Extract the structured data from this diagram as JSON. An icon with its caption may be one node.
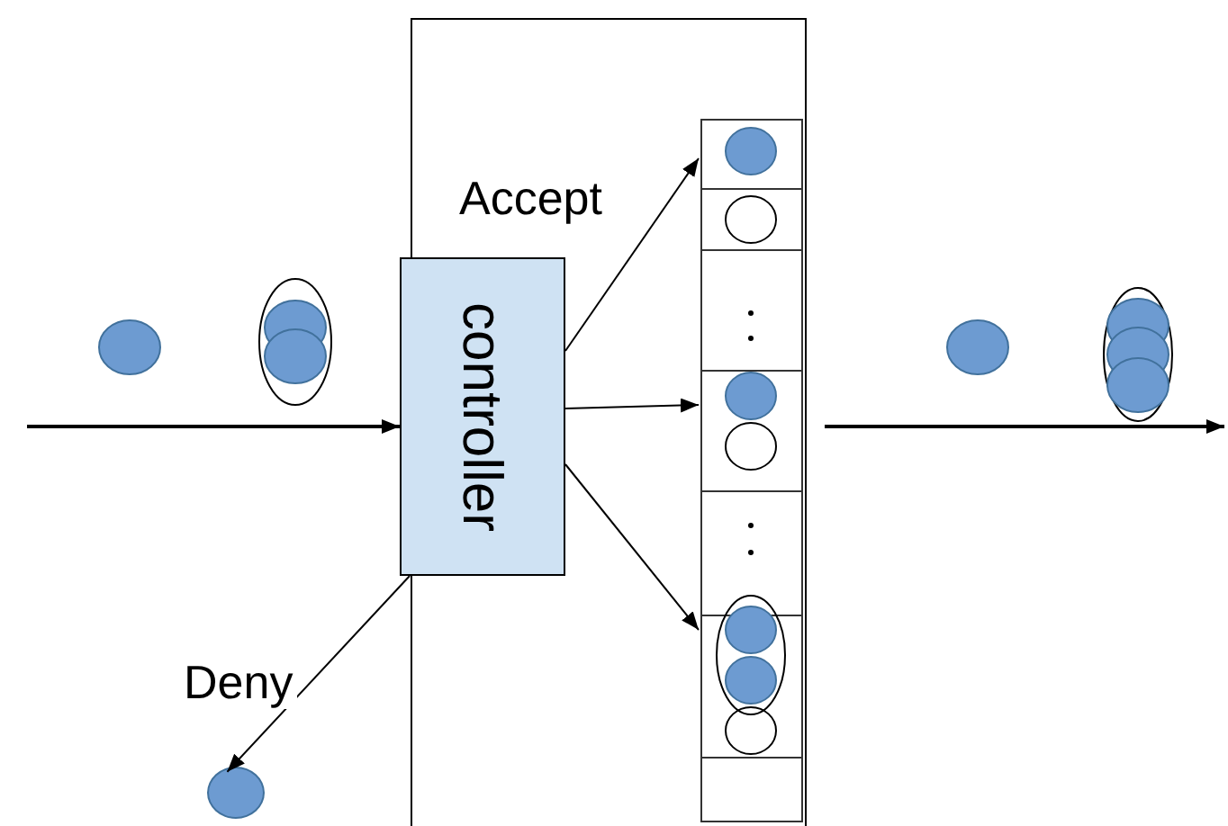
{
  "diagram": {
    "nodes": [
      {
        "text": [],
        "shape": "box"
      },
      {
        "text": [
          "controller"
        ]
      },
      {
        "text": [],
        "shape": "box",
        "in": 0
      },
      {
        "text": [],
        "shape": "circle"
      }
    ],
    "edges": [
      {
        "from": null,
        "to": 1,
        "arrow": "to"
      },
      {
        "from": 1,
        "to": 2,
        "arrow": "to",
        "label": "Accept"
      },
      {
        "from": 1,
        "to": 2,
        "arrow": "to"
      },
      {
        "from": 1,
        "to": 2,
        "arrow": "to"
      },
      {
        "from": 1,
        "to": 3,
        "arrow": "to",
        "label": "Deny"
      },
      {
        "from": 0,
        "to": null,
        "arrow": "to"
      }
    ]
  }
}
